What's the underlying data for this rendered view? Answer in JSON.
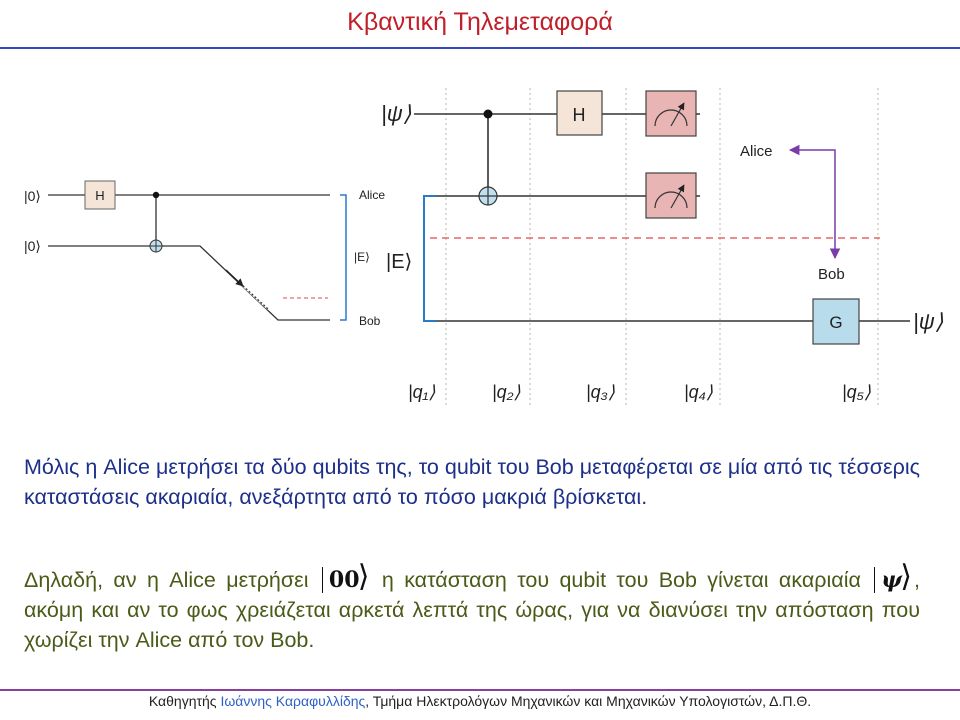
{
  "title": "Κβαντική Τηλεμεταφορά",
  "left_diagram": {
    "input_0_top": "|0⟩",
    "input_0_bottom": "|0⟩",
    "gate_h": "H",
    "label_alice": "Alice",
    "label_e": "|E⟩",
    "label_bob": "Bob"
  },
  "right_diagram": {
    "input_psi": "|ψ⟩",
    "input_e": "|E⟩",
    "gate_h": "H",
    "gate_g": "G",
    "label_alice": "Alice",
    "label_bob": "Bob",
    "output_psi": "|ψ⟩",
    "stages": [
      "|q₁⟩",
      "|q₂⟩",
      "|q₃⟩",
      "|q₄⟩",
      "|q₅⟩"
    ]
  },
  "paragraph1": "Μόλις η Alice μετρήσει τα δύο qubits της, το qubit του Bob μεταφέρεται σε μία από τις τέσσερις καταστάσεις ακαριαία, ανεξάρτητα από το πόσο μακριά βρίσκεται.",
  "paragraph2": {
    "part1": "Δηλαδή, αν η Alice μετρήσει",
    "ket1": "00",
    "part2": "η κατάσταση του qubit του Bob γίνεται ακαριαία",
    "ket2": "ψ",
    "part3": ", ακόμη και αν το φως χρειάζεται αρκετά λεπτά της ώρας, για να διανύσει την απόσταση που χωρίζει την Alice από τον Bob."
  },
  "footer": {
    "prefix": "Καθηγητής ",
    "name": "Ιωάννης Καραφυλλίδης",
    "suffix": ", Τμήμα Ηλεκτρολόγων Μηχανικών και Μηχανικών Υπολογιστών, Δ.Π.Θ."
  },
  "colors": {
    "title": "#c0202a",
    "divider_top": "#3848b8",
    "divider_bottom": "#8840a0",
    "paragraph1": "#1c2f8a",
    "paragraph2": "#4a5a18",
    "measure_box": "#e8b4b4",
    "g_box": "#b8dcec",
    "arrow": "#7a3aa8",
    "dashed_red": "#e04848",
    "wire_blue": "#2a7ac8"
  }
}
